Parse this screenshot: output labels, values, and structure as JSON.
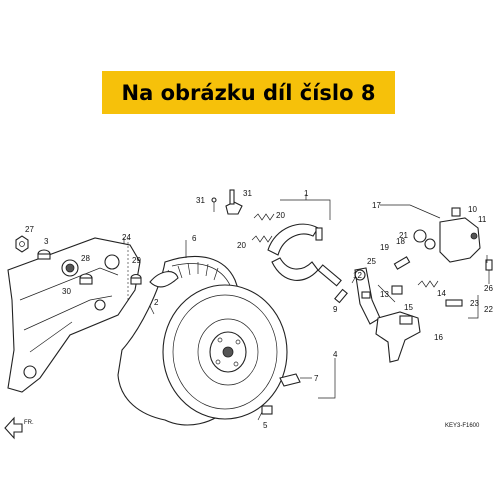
{
  "banner": {
    "text": "Na obrázku díl číslo 8",
    "color": "#f6c10a"
  },
  "diagram": {
    "code": "KEY3-F1600",
    "direction_label": "FR.",
    "callouts": [
      {
        "id": "c1",
        "text": "1"
      },
      {
        "id": "c2",
        "text": "2"
      },
      {
        "id": "c3",
        "text": "3"
      },
      {
        "id": "c4",
        "text": "4"
      },
      {
        "id": "c5",
        "text": "5"
      },
      {
        "id": "c6",
        "text": "6"
      },
      {
        "id": "c7",
        "text": "7"
      },
      {
        "id": "c9",
        "text": "9"
      },
      {
        "id": "c10",
        "text": "10"
      },
      {
        "id": "c11",
        "text": "11"
      },
      {
        "id": "c12",
        "text": "12"
      },
      {
        "id": "c13",
        "text": "13"
      },
      {
        "id": "c14",
        "text": "14"
      },
      {
        "id": "c15",
        "text": "15"
      },
      {
        "id": "c16",
        "text": "16"
      },
      {
        "id": "c17",
        "text": "17"
      },
      {
        "id": "c18",
        "text": "18"
      },
      {
        "id": "c19",
        "text": "19"
      },
      {
        "id": "c20a",
        "text": "20"
      },
      {
        "id": "c20b",
        "text": "20"
      },
      {
        "id": "c21",
        "text": "21"
      },
      {
        "id": "c22",
        "text": "22"
      },
      {
        "id": "c23",
        "text": "23"
      },
      {
        "id": "c24",
        "text": "24"
      },
      {
        "id": "c25",
        "text": "25"
      },
      {
        "id": "c26",
        "text": "26"
      },
      {
        "id": "c27",
        "text": "27"
      },
      {
        "id": "c28",
        "text": "28"
      },
      {
        "id": "c29",
        "text": "29"
      },
      {
        "id": "c30",
        "text": "30"
      },
      {
        "id": "c31a",
        "text": "31"
      },
      {
        "id": "c31b",
        "text": "31"
      }
    ]
  }
}
